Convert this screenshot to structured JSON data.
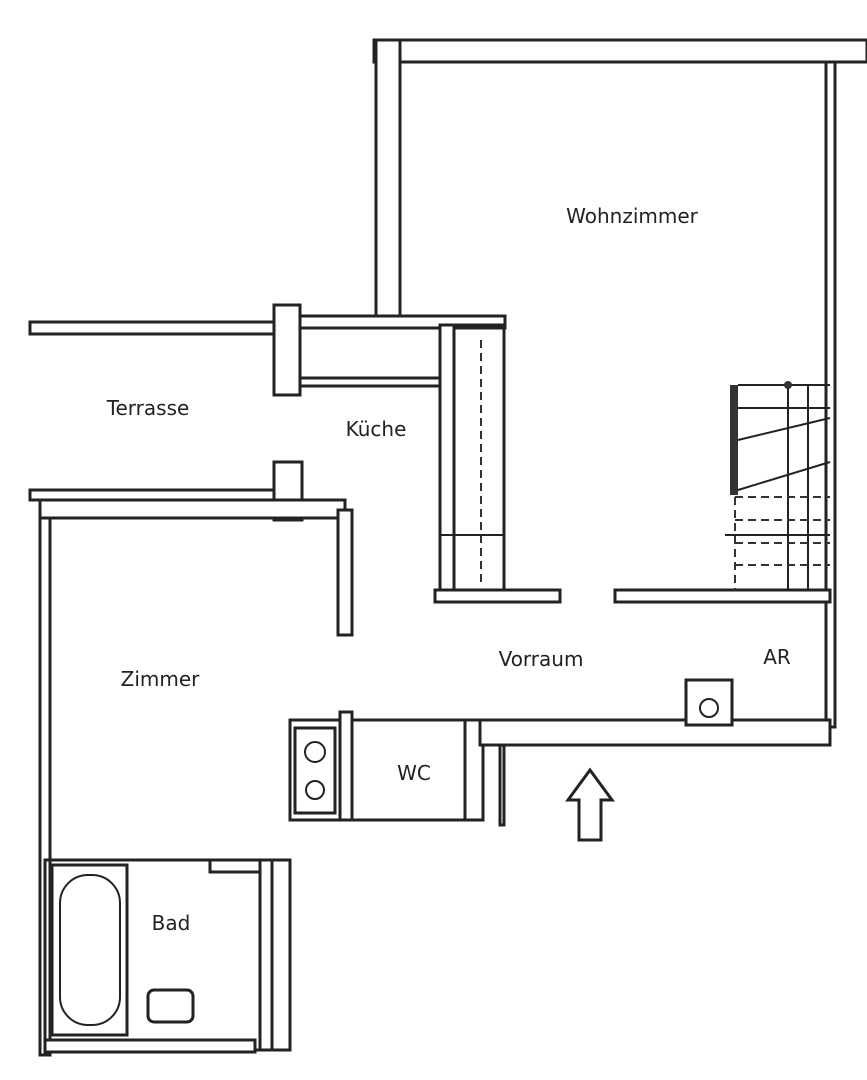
{
  "title": "Floor plan",
  "rooms": {
    "wohnzimmer": "Wohnzimmer",
    "terrasse": "Terrasse",
    "kueche": "Küche",
    "zimmer": "Zimmer",
    "vorraum": "Vorraum",
    "ar": "AR",
    "wc": "WC",
    "bad": "Bad"
  },
  "entrance_icon": "arrow-up-icon"
}
